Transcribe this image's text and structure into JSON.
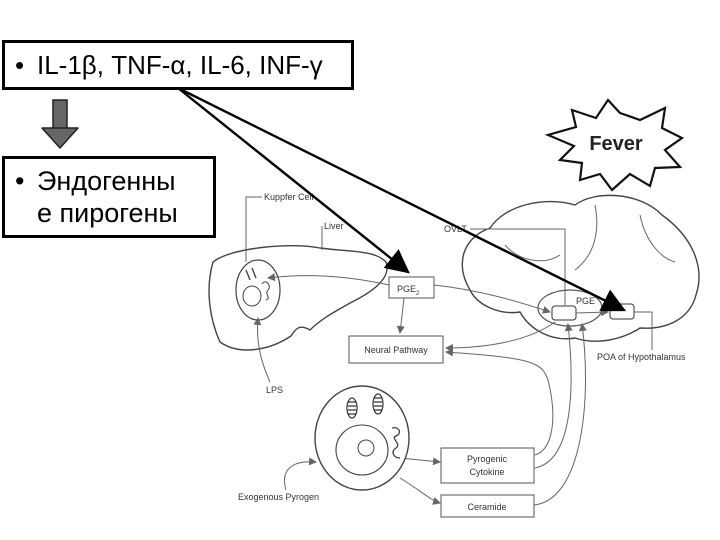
{
  "boxes": {
    "cytokines": {
      "bullet": "•",
      "text": "IL-1β, TNF-α, IL-6, INF-γ"
    },
    "endogenous": {
      "bullet": "•",
      "line1": "Эндогенны",
      "line2": "е пирогены"
    }
  },
  "diagram": {
    "fever": "Fever",
    "kuppfer_cell": "Kuppfer Cell",
    "liver": "Liver",
    "ovlt": "OVLT",
    "pge2_left_main": "PGE",
    "pge2_left_sub": "2",
    "pge_right": "PGE",
    "neural_pathway": "Neural Pathway",
    "lps": "LPS",
    "poa": "POA of Hypothalamus",
    "pyrogenic_line1": "Pyrogenic",
    "pyrogenic_line2": "Cytokine",
    "ceramide": "Ceramide",
    "exogenous": "Exogenous Pyrogen"
  }
}
